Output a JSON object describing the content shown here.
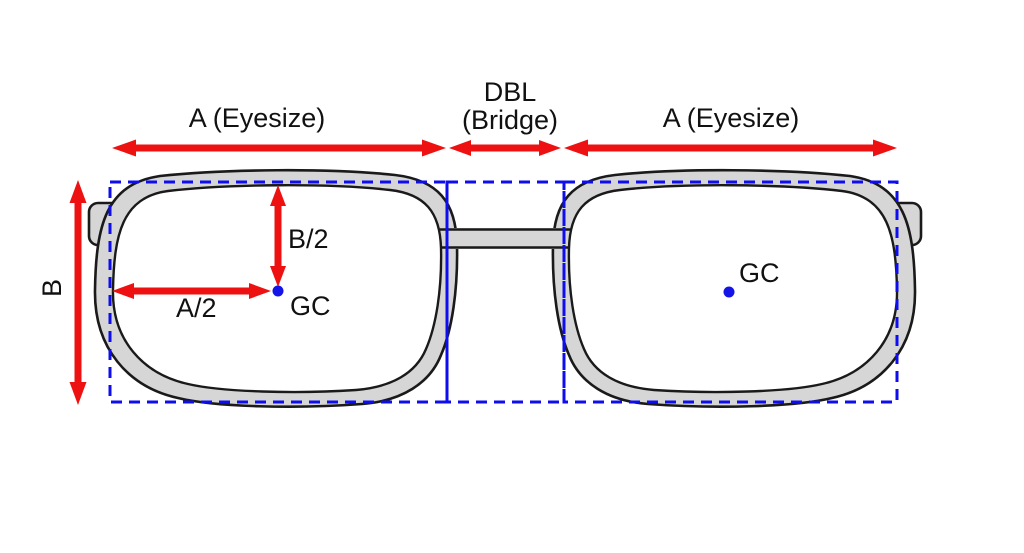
{
  "diagram": {
    "type": "eyeglass-frame-boxing-system-measurements",
    "dimensions": {
      "a_left": {
        "label": "A (Eyesize)"
      },
      "dbl": {
        "label_line1": "DBL",
        "label_line2": "(Bridge)"
      },
      "a_right": {
        "label": "A (Eyesize)"
      },
      "b": {
        "label": "B"
      },
      "b_half": {
        "label": "B/2"
      },
      "a_half": {
        "label": "A/2"
      },
      "gc_left": {
        "label": "GC"
      },
      "gc_right": {
        "label": "GC"
      }
    },
    "colors": {
      "arrow_red": "#ee1111",
      "box_blue": "#0d0dee",
      "frame_fill": "#d6d6d6",
      "outline": "#1a1a1a",
      "gc_dot_blue": "#1414e8",
      "background": "#ffffff"
    }
  }
}
